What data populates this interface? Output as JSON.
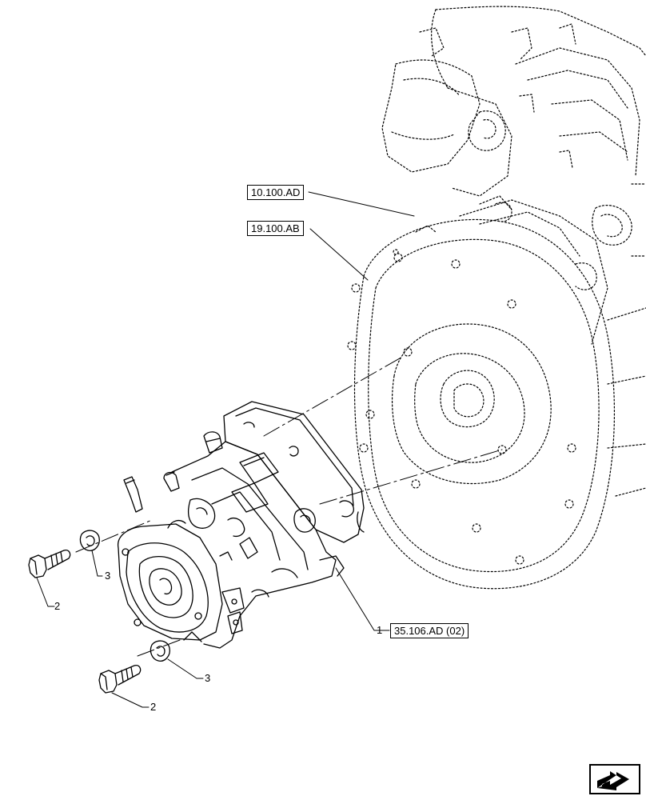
{
  "references": {
    "engine_ref": "10.100.AD",
    "flywheel_ref": "19.100.AB",
    "pump_ref": "35.106.AD (02)"
  },
  "callouts": {
    "item_pump": "1",
    "item_bolt_upper": "2",
    "item_bolt_lower": "2",
    "item_washer_upper": "3",
    "item_washer_lower": "3"
  },
  "icons": {
    "navigation": "next-page-arrow-icon"
  }
}
